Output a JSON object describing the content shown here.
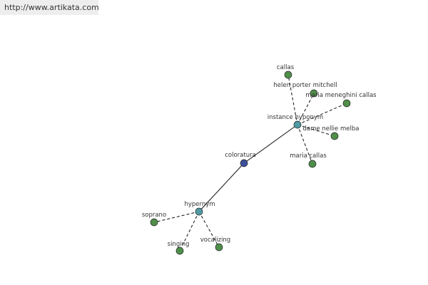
{
  "header": {
    "url": "http://www.artikata.com"
  },
  "graph": {
    "colors": {
      "root": "#3d4f9a",
      "relation": "#4f9aa2",
      "leaf": "#4f8f4a"
    },
    "nodes": {
      "coloratura": "coloratura",
      "hypernym": "hypernym",
      "instance_hyponym": "instance hyponym",
      "soprano": "soprano",
      "singing": "singing",
      "vocalizing": "vocalizing",
      "callas": "callas",
      "helen_porter_mitchell": "helen porter mitchell",
      "maria_meneghini_callas": "maria meneghini callas",
      "dame_nellie_melba": "dame nellie melba",
      "maria_callas": "maria callas"
    }
  }
}
